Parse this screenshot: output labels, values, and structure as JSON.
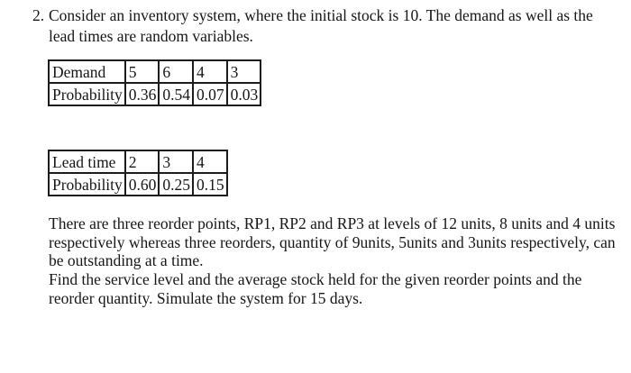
{
  "document": {
    "item_number": "2.",
    "intro": {
      "lines": [
        "Consider an inventory system, where the initial stock is 10. The demand as well as the",
        "lead times are random variables."
      ]
    },
    "demand_table": {
      "rows": [
        [
          "Demand",
          "5",
          "6",
          "4",
          "3"
        ],
        [
          "Probability",
          "0.36",
          "0.54",
          "0.07",
          "0.03"
        ]
      ]
    },
    "lead_time_table": {
      "rows": [
        [
          "Lead time",
          "2",
          "3",
          "4"
        ],
        [
          "Probability",
          "0.60",
          "0.25",
          "0.15"
        ]
      ]
    },
    "body": {
      "lines": [
        "There are three reorder points, RP1, RP2 and RP3 at levels of 12 units, 8 units and 4 units",
        "respectively whereas three reorders, quantity of 9units, 5units and 3units respectively, can",
        "be outstanding at a time.",
        "Find the service level and the average stock held for the given reorder points and the",
        "reorder quantity. Simulate the system for 15 days."
      ]
    }
  }
}
